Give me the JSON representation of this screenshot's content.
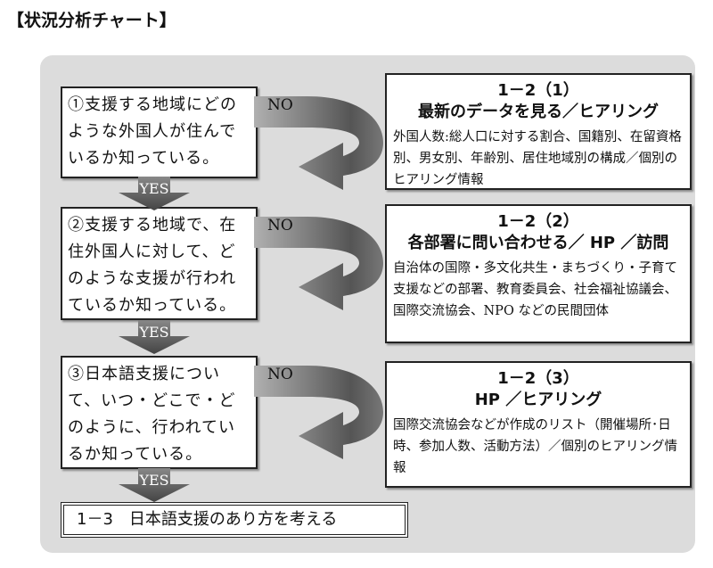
{
  "title": "【状況分析チャート】",
  "yes_label": "YES",
  "no_label": "NO",
  "questions": [
    {
      "lines": [
        "①支援する地域にどの",
        "ような外国人が住んで",
        "いるか知っている。"
      ]
    },
    {
      "lines": [
        "②支援する地域で、在",
        "住外国人に対して、ど",
        "のような支援が行われ",
        "ているか知っている。"
      ]
    },
    {
      "lines": [
        "③日本語支援につい",
        "て、いつ・どこで・ど",
        "のように、行われてい",
        "るか知っている。"
      ]
    }
  ],
  "resources": [
    {
      "heading1": "1－2（1）",
      "heading2": "最新のデータを見る／ヒアリング",
      "body": "外国人数:総人口に対する割合、国籍別、在留資格別、男女別、年齢別、居住地域別の構成／個別のヒアリング情報"
    },
    {
      "heading1": "1－2（2）",
      "heading2": "各部署に問い合わせる／ HP ／訪問",
      "body": "自治体の国際・多文化共生・まちづくり・子育て支援などの部署、教育委員会、社会福祉協議会、国際交流協会、NPO などの民間団体"
    },
    {
      "heading1": "1－2（3）",
      "heading2": "HP ／ヒアリング",
      "body": "国際交流協会などが作成のリスト（開催場所･日時、参加人数、活動方法）／個別のヒアリング情報"
    }
  ],
  "final": "1－3　日本語支援のあり方を考える",
  "colors": {
    "panel": "#dcdcdc",
    "arrow_dark": "#555555",
    "arrow_light": "#bbbbbb"
  }
}
